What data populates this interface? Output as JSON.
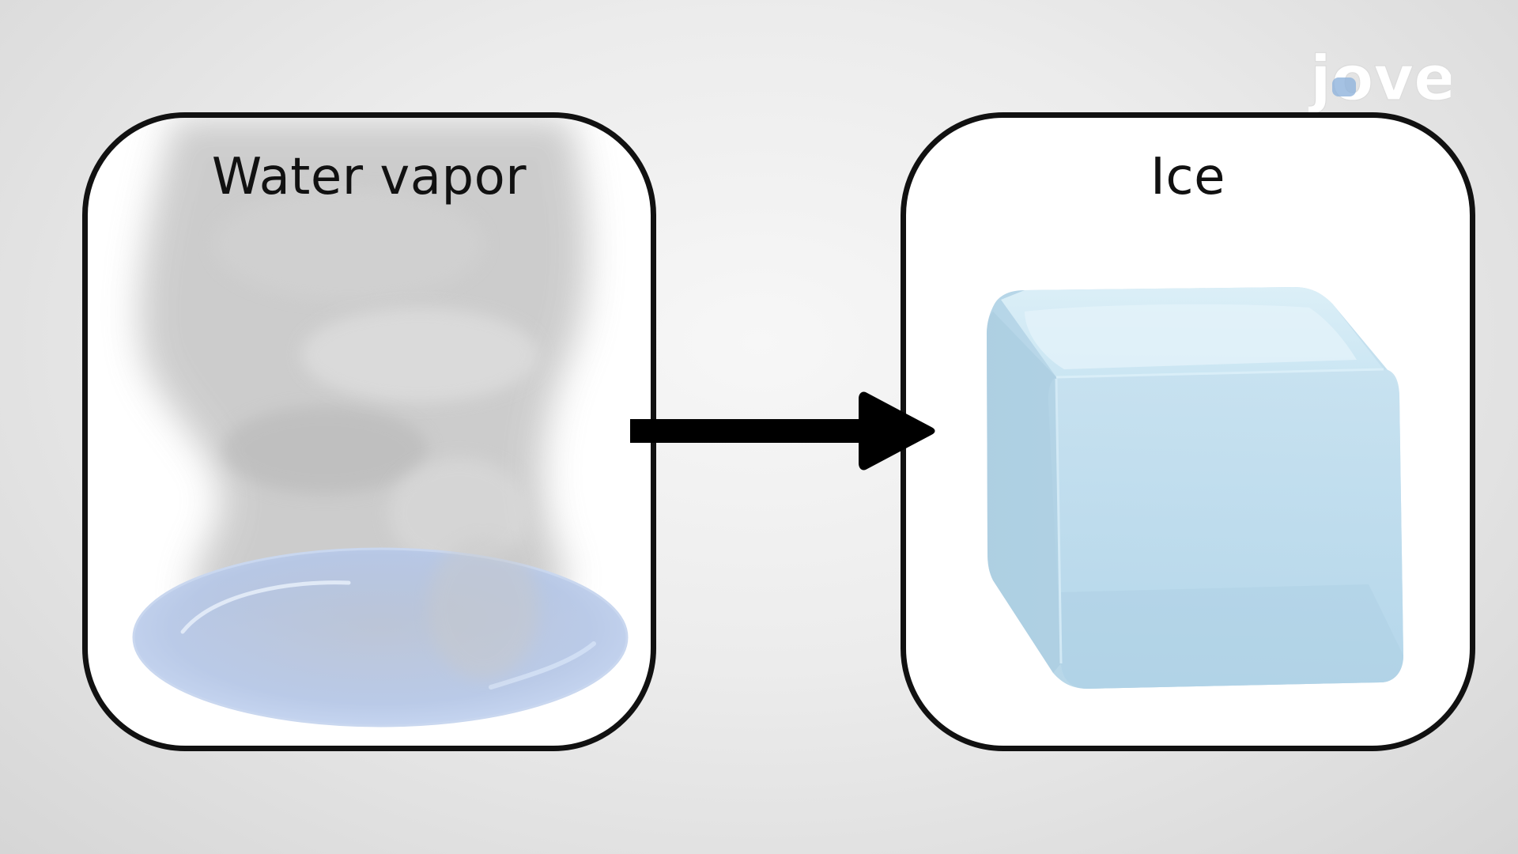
{
  "panels": [
    {
      "title": "Water vapor",
      "illustration": "steam-over-water-puddle"
    },
    {
      "title": "Ice",
      "illustration": "ice-cube"
    }
  ],
  "transition": {
    "icon": "right-arrow-icon"
  },
  "logo": {
    "text": "jove"
  },
  "colors": {
    "border": "#111111",
    "panel_fill": "#ffffff",
    "steam": "#bdbdbd",
    "water": "#b7c9e8",
    "ice": "#bfdcec",
    "arrow": "#000000"
  }
}
